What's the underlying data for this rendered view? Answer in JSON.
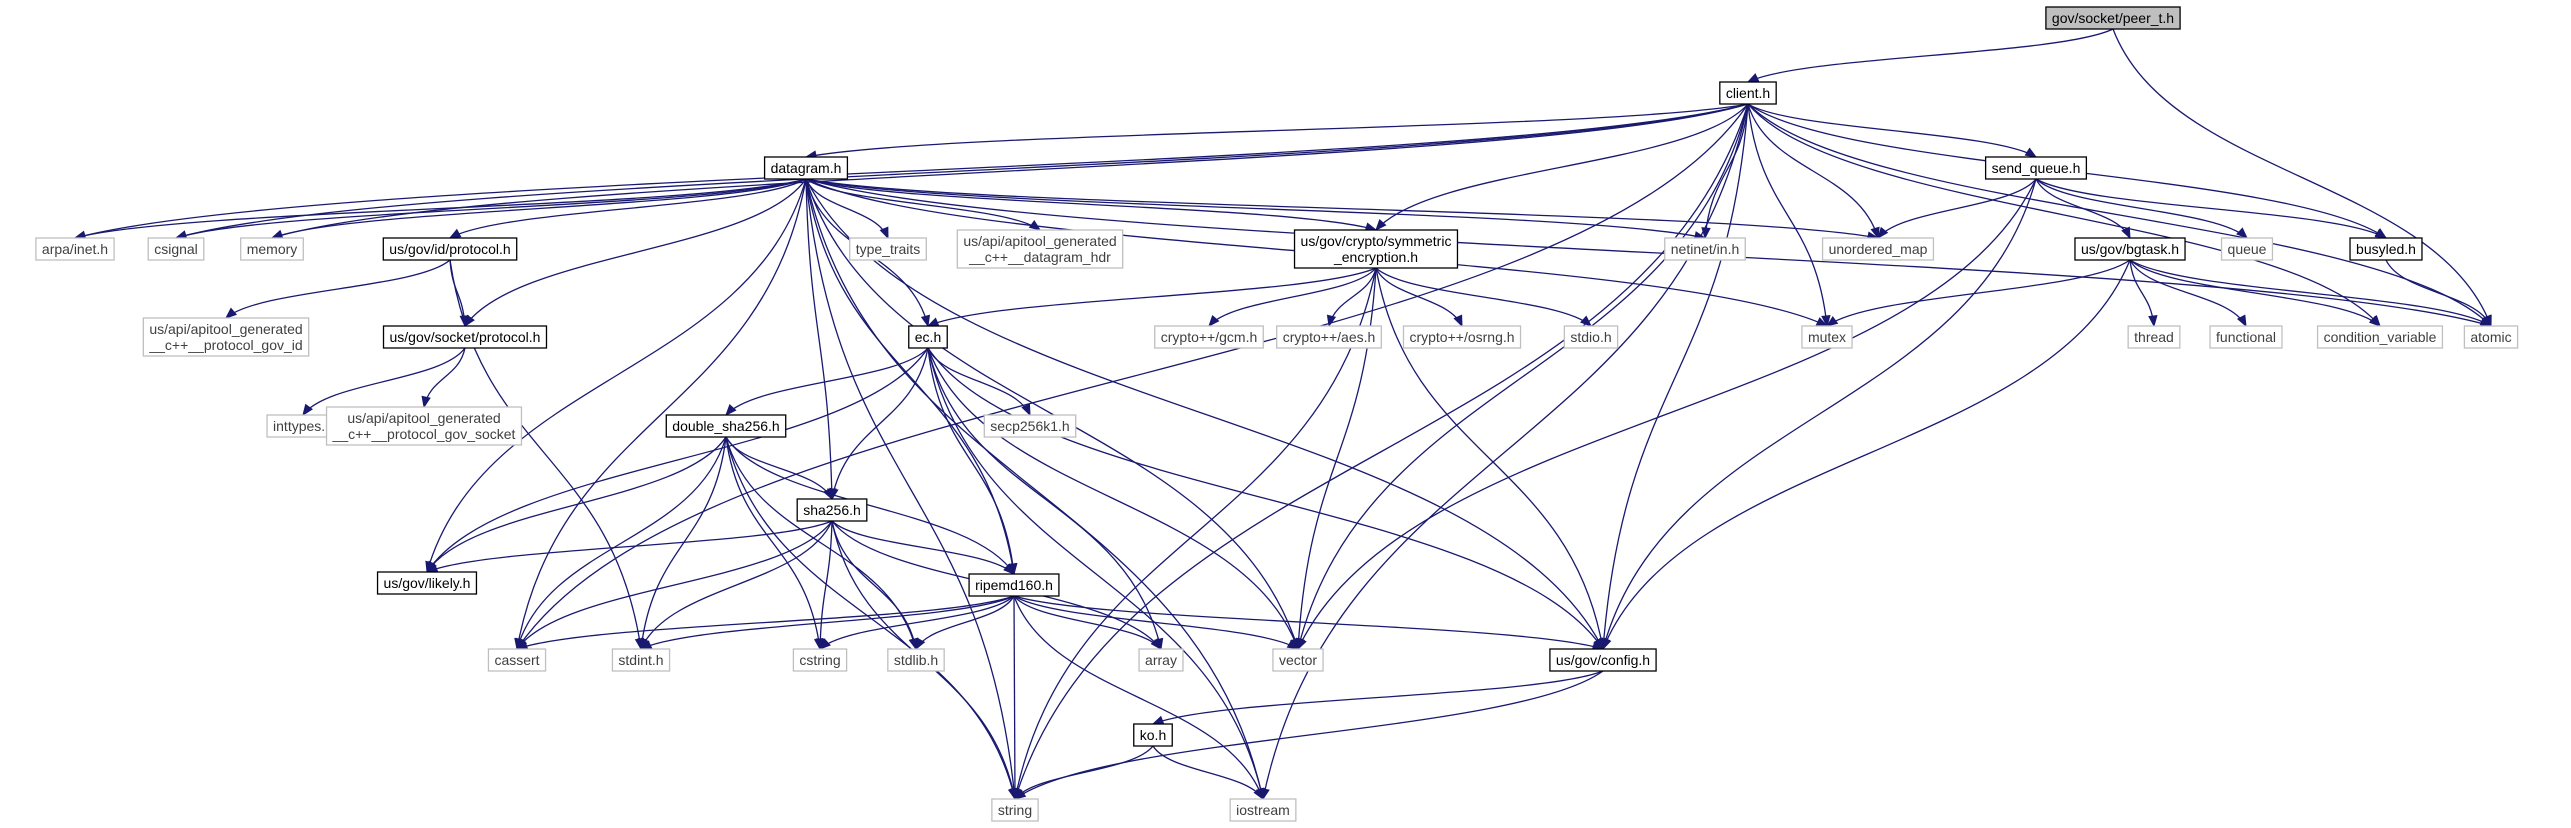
{
  "diagram": {
    "colors": {
      "edge": "#191970",
      "root_fill": "#bfbfbf",
      "node_border": "#000000",
      "system_border": "#bfbfbf",
      "system_text": "#404040"
    },
    "nodes": [
      {
        "id": "peer_t",
        "lines": [
          "gov/socket/peer_t.h"
        ],
        "kind": "root"
      },
      {
        "id": "client",
        "lines": [
          "client.h"
        ],
        "kind": "local"
      },
      {
        "id": "datagram",
        "lines": [
          "datagram.h"
        ],
        "kind": "local"
      },
      {
        "id": "send_queue",
        "lines": [
          "send_queue.h"
        ],
        "kind": "local"
      },
      {
        "id": "arpa_inet",
        "lines": [
          "arpa/inet.h"
        ],
        "kind": "system"
      },
      {
        "id": "csignal",
        "lines": [
          "csignal"
        ],
        "kind": "system"
      },
      {
        "id": "memory",
        "lines": [
          "memory"
        ],
        "kind": "system"
      },
      {
        "id": "id_protocol",
        "lines": [
          "us/gov/id/protocol.h"
        ],
        "kind": "local"
      },
      {
        "id": "type_traits",
        "lines": [
          "type_traits"
        ],
        "kind": "system"
      },
      {
        "id": "datagram_hdr",
        "lines": [
          "us/api/apitool_generated",
          "__c++__datagram_hdr"
        ],
        "kind": "system"
      },
      {
        "id": "sym_enc",
        "lines": [
          "us/gov/crypto/symmetric",
          "_encryption.h"
        ],
        "kind": "local"
      },
      {
        "id": "netinet",
        "lines": [
          "netinet/in.h"
        ],
        "kind": "system"
      },
      {
        "id": "unordered_map",
        "lines": [
          "unordered_map"
        ],
        "kind": "system"
      },
      {
        "id": "bgtask",
        "lines": [
          "us/gov/bgtask.h"
        ],
        "kind": "local"
      },
      {
        "id": "queue",
        "lines": [
          "queue"
        ],
        "kind": "system"
      },
      {
        "id": "busyled",
        "lines": [
          "busyled.h"
        ],
        "kind": "local"
      },
      {
        "id": "protocol_gov_id",
        "lines": [
          "us/api/apitool_generated",
          "__c++__protocol_gov_id"
        ],
        "kind": "system"
      },
      {
        "id": "socket_protocol",
        "lines": [
          "us/gov/socket/protocol.h"
        ],
        "kind": "local"
      },
      {
        "id": "ec",
        "lines": [
          "ec.h"
        ],
        "kind": "local"
      },
      {
        "id": "gcm",
        "lines": [
          "crypto++/gcm.h"
        ],
        "kind": "system"
      },
      {
        "id": "aes",
        "lines": [
          "crypto++/aes.h"
        ],
        "kind": "system"
      },
      {
        "id": "osrng",
        "lines": [
          "crypto++/osrng.h"
        ],
        "kind": "system"
      },
      {
        "id": "stdio",
        "lines": [
          "stdio.h"
        ],
        "kind": "system"
      },
      {
        "id": "mutex",
        "lines": [
          "mutex"
        ],
        "kind": "system"
      },
      {
        "id": "thread",
        "lines": [
          "thread"
        ],
        "kind": "system"
      },
      {
        "id": "functional",
        "lines": [
          "functional"
        ],
        "kind": "system"
      },
      {
        "id": "condvar",
        "lines": [
          "condition_variable"
        ],
        "kind": "system"
      },
      {
        "id": "atomic",
        "lines": [
          "atomic"
        ],
        "kind": "system"
      },
      {
        "id": "inttypes",
        "lines": [
          "inttypes.h"
        ],
        "kind": "system"
      },
      {
        "id": "protocol_gov_socket",
        "lines": [
          "us/api/apitool_generated",
          "__c++__protocol_gov_socket"
        ],
        "kind": "system"
      },
      {
        "id": "double_sha",
        "lines": [
          "double_sha256.h"
        ],
        "kind": "local"
      },
      {
        "id": "secp",
        "lines": [
          "secp256k1.h"
        ],
        "kind": "system"
      },
      {
        "id": "sha256",
        "lines": [
          "sha256.h"
        ],
        "kind": "local"
      },
      {
        "id": "likely",
        "lines": [
          "us/gov/likely.h"
        ],
        "kind": "local"
      },
      {
        "id": "ripemd",
        "lines": [
          "ripemd160.h"
        ],
        "kind": "local"
      },
      {
        "id": "cassert",
        "lines": [
          "cassert"
        ],
        "kind": "system"
      },
      {
        "id": "stdint",
        "lines": [
          "stdint.h"
        ],
        "kind": "system"
      },
      {
        "id": "cstring",
        "lines": [
          "cstring"
        ],
        "kind": "system"
      },
      {
        "id": "stdlib",
        "lines": [
          "stdlib.h"
        ],
        "kind": "system"
      },
      {
        "id": "array",
        "lines": [
          "array"
        ],
        "kind": "system"
      },
      {
        "id": "vector",
        "lines": [
          "vector"
        ],
        "kind": "system"
      },
      {
        "id": "config",
        "lines": [
          "us/gov/config.h"
        ],
        "kind": "local"
      },
      {
        "id": "ko",
        "lines": [
          "ko.h"
        ],
        "kind": "local"
      },
      {
        "id": "string",
        "lines": [
          "string"
        ],
        "kind": "system"
      },
      {
        "id": "iostream",
        "lines": [
          "iostream"
        ],
        "kind": "system"
      }
    ],
    "edges": [
      [
        "peer_t",
        "client"
      ],
      [
        "peer_t",
        "atomic"
      ],
      [
        "client",
        "datagram"
      ],
      [
        "client",
        "send_queue"
      ],
      [
        "client",
        "arpa_inet"
      ],
      [
        "client",
        "csignal"
      ],
      [
        "client",
        "memory"
      ],
      [
        "client",
        "sym_enc"
      ],
      [
        "client",
        "netinet"
      ],
      [
        "client",
        "unordered_map"
      ],
      [
        "client",
        "busyled"
      ],
      [
        "client",
        "atomic"
      ],
      [
        "client",
        "condvar"
      ],
      [
        "client",
        "mutex"
      ],
      [
        "client",
        "vector"
      ],
      [
        "client",
        "config"
      ],
      [
        "client",
        "iostream"
      ],
      [
        "client",
        "string"
      ],
      [
        "client",
        "cassert"
      ],
      [
        "datagram",
        "arpa_inet"
      ],
      [
        "datagram",
        "csignal"
      ],
      [
        "datagram",
        "memory"
      ],
      [
        "datagram",
        "id_protocol"
      ],
      [
        "datagram",
        "type_traits"
      ],
      [
        "datagram",
        "datagram_hdr"
      ],
      [
        "datagram",
        "sym_enc"
      ],
      [
        "datagram",
        "netinet"
      ],
      [
        "datagram",
        "unordered_map"
      ],
      [
        "datagram",
        "mutex"
      ],
      [
        "datagram",
        "atomic"
      ],
      [
        "datagram",
        "socket_protocol"
      ],
      [
        "datagram",
        "ec"
      ],
      [
        "datagram",
        "sha256"
      ],
      [
        "datagram",
        "ripemd"
      ],
      [
        "datagram",
        "likely"
      ],
      [
        "datagram",
        "cassert"
      ],
      [
        "datagram",
        "string"
      ],
      [
        "datagram",
        "config"
      ],
      [
        "datagram",
        "iostream"
      ],
      [
        "datagram",
        "vector"
      ],
      [
        "send_queue",
        "unordered_map"
      ],
      [
        "send_queue",
        "bgtask"
      ],
      [
        "send_queue",
        "queue"
      ],
      [
        "send_queue",
        "busyled"
      ],
      [
        "send_queue",
        "vector"
      ],
      [
        "send_queue",
        "config"
      ],
      [
        "bgtask",
        "mutex"
      ],
      [
        "bgtask",
        "thread"
      ],
      [
        "bgtask",
        "functional"
      ],
      [
        "bgtask",
        "condvar"
      ],
      [
        "bgtask",
        "atomic"
      ],
      [
        "bgtask",
        "config"
      ],
      [
        "busyled",
        "atomic"
      ],
      [
        "id_protocol",
        "protocol_gov_id"
      ],
      [
        "id_protocol",
        "socket_protocol"
      ],
      [
        "id_protocol",
        "stdint"
      ],
      [
        "socket_protocol",
        "inttypes"
      ],
      [
        "socket_protocol",
        "protocol_gov_socket"
      ],
      [
        "sym_enc",
        "ec"
      ],
      [
        "sym_enc",
        "gcm"
      ],
      [
        "sym_enc",
        "aes"
      ],
      [
        "sym_enc",
        "osrng"
      ],
      [
        "sym_enc",
        "stdio"
      ],
      [
        "sym_enc",
        "config"
      ],
      [
        "sym_enc",
        "vector"
      ],
      [
        "sym_enc",
        "string"
      ],
      [
        "ec",
        "double_sha"
      ],
      [
        "ec",
        "secp"
      ],
      [
        "ec",
        "sha256"
      ],
      [
        "ec",
        "ripemd"
      ],
      [
        "ec",
        "likely"
      ],
      [
        "ec",
        "array"
      ],
      [
        "ec",
        "vector"
      ],
      [
        "ec",
        "iostream"
      ],
      [
        "ec",
        "config"
      ],
      [
        "double_sha",
        "sha256"
      ],
      [
        "double_sha",
        "ripemd"
      ],
      [
        "double_sha",
        "likely"
      ],
      [
        "double_sha",
        "cassert"
      ],
      [
        "double_sha",
        "stdint"
      ],
      [
        "double_sha",
        "cstring"
      ],
      [
        "double_sha",
        "stdlib"
      ],
      [
        "double_sha",
        "string"
      ],
      [
        "sha256",
        "likely"
      ],
      [
        "sha256",
        "ripemd"
      ],
      [
        "sha256",
        "cassert"
      ],
      [
        "sha256",
        "stdint"
      ],
      [
        "sha256",
        "cstring"
      ],
      [
        "sha256",
        "stdlib"
      ],
      [
        "sha256",
        "array"
      ],
      [
        "sha256",
        "string"
      ],
      [
        "ripemd",
        "cassert"
      ],
      [
        "ripemd",
        "stdint"
      ],
      [
        "ripemd",
        "cstring"
      ],
      [
        "ripemd",
        "stdlib"
      ],
      [
        "ripemd",
        "array"
      ],
      [
        "ripemd",
        "vector"
      ],
      [
        "ripemd",
        "config"
      ],
      [
        "ripemd",
        "string"
      ],
      [
        "ripemd",
        "iostream"
      ],
      [
        "config",
        "ko"
      ],
      [
        "config",
        "string"
      ],
      [
        "ko",
        "string"
      ],
      [
        "ko",
        "iostream"
      ]
    ]
  }
}
